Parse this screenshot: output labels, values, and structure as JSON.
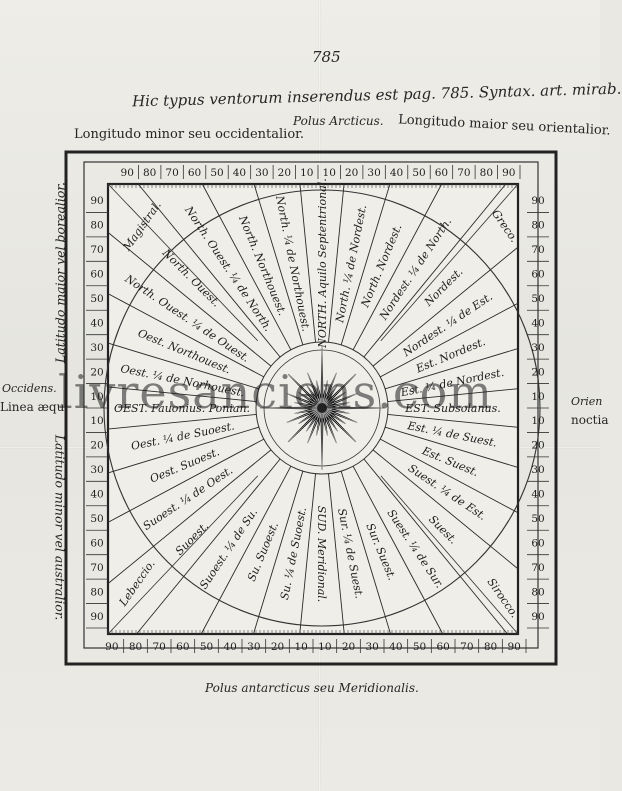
{
  "page": {
    "number": "785",
    "heading": "Hic typus ventorum inserendus est pag. 785. Syntax. art. mirab.",
    "top_left": "Longitudo minor seu occidentalior.",
    "top_center": "Polus Arcticus.",
    "top_right": "Longitudo maior seu orientalior.",
    "left_upper": "Latitudo maior vel borealior.",
    "left_lower": "Latitudo minor vel australior.",
    "left_west": "Occidens.",
    "left_line": "Linea æqu",
    "right_east": "Orien",
    "right_line": "noctia",
    "bottom": "Polus antarcticus seu Meridionalis.",
    "watermark": "livresanciens.com"
  },
  "wind_rose": {
    "winds": [
      "NORTH. Aquilo Septentrional.",
      "North. ¼ de Nordest.",
      "North. Nordest.",
      "Nordest. ¼ de North.",
      "Nordest.",
      "Nordest. ¼ de Est.",
      "Est. Nordest.",
      "Est. ¼ de Nordest.",
      "EST. Subsolanus.",
      "Est. ¼ de Suest.",
      "Est. Suest.",
      "Suest. ¼ de Est.",
      "Suest.",
      "Suest. ¼ de Sur.",
      "Sur. Suest.",
      "Sur. ¼ de Suest.",
      "SUD. Meridional.",
      "Su. ¼ de Suoest.",
      "Su. Suoest.",
      "Suoest. ¼ de Su.",
      "Suoest.",
      "Suoest. ¼ de Oest.",
      "Oest. Suoest.",
      "Oest. ¼ de Suoest.",
      "OEST. Fauonius. Ponian.",
      "Oest. ¼ de Norhouest.",
      "Oest. Northouest.",
      "North. Ouest. ¼ de Ouest.",
      "North. Ouest.",
      "North. Ouest. ¼ de North.",
      "North. Northouest.",
      "North. ¼ de Northouest."
    ],
    "corner_labels": [
      "Magistral.",
      "Greco.",
      "Sirocco.",
      "Lebeccio."
    ],
    "top_ticks": [
      "90",
      "80",
      "70",
      "60",
      "50",
      "40",
      "30",
      "20",
      "10",
      "10",
      "20",
      "30",
      "40",
      "50",
      "60",
      "70",
      "80",
      "90"
    ],
    "bottom_ticks": [
      "90",
      "80",
      "70",
      "60",
      "50",
      "40",
      "30",
      "20",
      "10",
      "10",
      "20",
      "30",
      "40",
      "50",
      "60",
      "70",
      "80",
      "90"
    ],
    "left_ticks": [
      "90",
      "80",
      "70",
      "60",
      "50",
      "40",
      "30",
      "20",
      "10",
      "10",
      "20",
      "30",
      "40",
      "50",
      "60",
      "70",
      "80",
      "90"
    ],
    "right_ticks": [
      "90",
      "80",
      "70",
      "60",
      "50",
      "40",
      "30",
      "20",
      "10",
      "10",
      "20",
      "30",
      "40",
      "50",
      "60",
      "70",
      "80",
      "90"
    ]
  }
}
